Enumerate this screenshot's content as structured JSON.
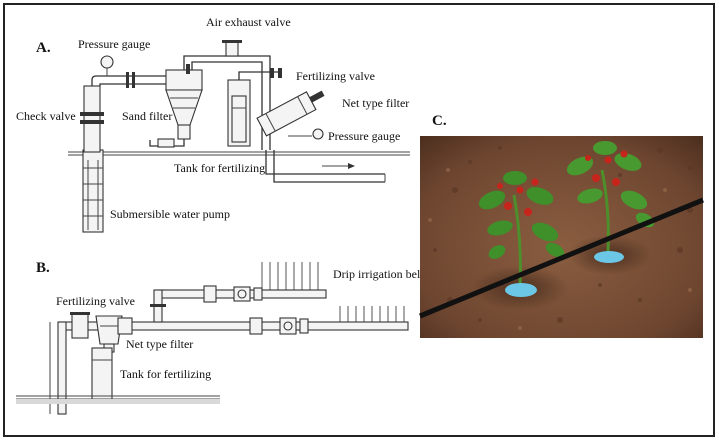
{
  "sections": {
    "a": "A.",
    "b": "B.",
    "c": "C."
  },
  "diagram_a": {
    "pressure_gauge_top": "Pressure gauge",
    "air_exhaust_valve": "Air exhaust valve",
    "fertilizing_valve": "Fertilizing valve",
    "net_type_filter": "Net type filter",
    "check_valve": "Check valve",
    "sand_filter": "Sand filter",
    "pressure_gauge_right": "Pressure gauge",
    "tank_for_fertilizing": "Tank for fertilizing",
    "submersible_pump": "Submersible water pump"
  },
  "diagram_b": {
    "drip_irrigation_belt": "Drip irrigation belt",
    "fertilizing_valve": "Fertilizing valve",
    "net_type_filter": "Net type filter",
    "tank_for_fertilizing": "Tank for fertilizing"
  },
  "colors": {
    "soil": "#7a5238",
    "tube": "#111111",
    "leaf": "#3f8f2a",
    "fruit": "#c7241c",
    "emitter": "#6cc7e6"
  }
}
